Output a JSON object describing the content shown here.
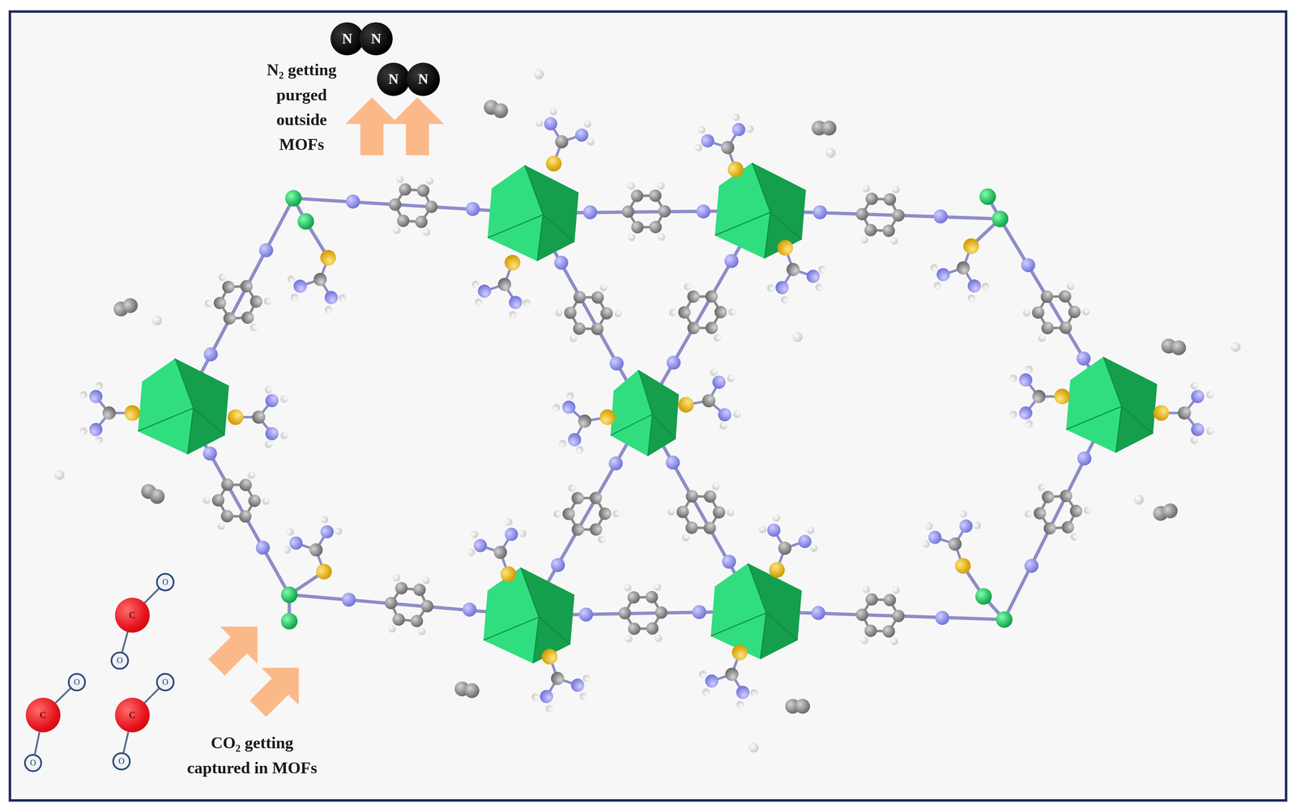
{
  "diagram": {
    "nodes": [
      {
        "text": [
          "N"
        ]
      },
      {
        "text": [
          "N"
        ]
      },
      {
        "text": [
          "N"
        ]
      },
      {
        "text": [
          "N"
        ]
      },
      {
        "text": [
          "O"
        ]
      },
      {
        "text": [
          "C"
        ]
      },
      {
        "text": [
          "O"
        ]
      },
      {
        "text": [
          "O"
        ]
      },
      {
        "text": [
          "O"
        ]
      },
      {
        "text": [
          "C"
        ]
      },
      {
        "text": [
          "C"
        ]
      },
      {
        "text": [
          "O"
        ]
      },
      {
        "text": [
          "O"
        ]
      }
    ],
    "edges": [
      {
        "from": 5,
        "to": 4,
        "arrow": "none"
      },
      {
        "from": 5,
        "to": 6,
        "arrow": "none"
      },
      {
        "from": 9,
        "to": 7,
        "arrow": "none"
      },
      {
        "from": 9,
        "to": 11,
        "arrow": "none"
      },
      {
        "from": 10,
        "to": 8,
        "arrow": "none"
      },
      {
        "from": 10,
        "to": 12,
        "arrow": "none"
      }
    ],
    "labels": [
      "N₂ getting purged outside MOFs",
      "CO₂ getting captured in MOFs"
    ]
  }
}
